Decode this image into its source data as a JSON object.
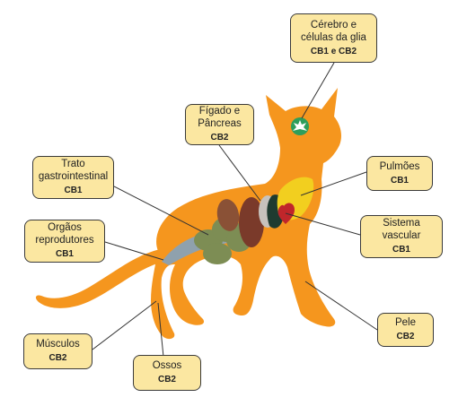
{
  "labels": {
    "brain": {
      "line1": "Cérebro e",
      "line2": "células da glia",
      "code": "CB1 e CB2"
    },
    "liver": {
      "line1": "Fígado e",
      "line2": "Pâncreas",
      "code": "CB2"
    },
    "gi": {
      "line1": "Trato",
      "line2": "gastrointestinal",
      "code": "CB1"
    },
    "lungs": {
      "line1": "Pulmões",
      "code": "CB1"
    },
    "repro": {
      "line1": "Orgãos",
      "line2": "reprodutores",
      "code": "CB1"
    },
    "vascular": {
      "line1": "Sistema",
      "line2": "vascular",
      "code": "CB1"
    },
    "skin": {
      "line1": "Pele",
      "code": "CB2"
    },
    "muscles": {
      "line1": "Músculos",
      "code": "CB2"
    },
    "bones": {
      "line1": "Ossos",
      "code": "CB2"
    }
  },
  "colors": {
    "cat_body": "#f5961e",
    "box_fill": "#fbe7a1",
    "brain": "#2e9e5b",
    "lungs": "#f2cf1f",
    "heart": "#c0262b",
    "liver": "#7a3a2a",
    "intestine": "#7d8d54",
    "stomach": "#8fa1ad"
  }
}
